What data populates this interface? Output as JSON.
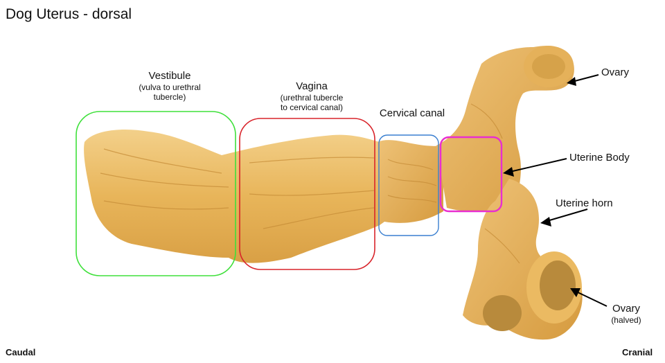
{
  "title": "Dog Uterus - dorsal",
  "labels": {
    "vestibule": {
      "main": "Vestibule",
      "sub1": "(vulva to urethral",
      "sub2": "tubercle)",
      "color": "#3ee03a"
    },
    "vagina": {
      "main": "Vagina",
      "sub1": "(urethral tubercle",
      "sub2": "to cervical canal)",
      "color": "#d8232a"
    },
    "cervical_canal": {
      "main": "Cervical canal",
      "color": "#3a7fd0"
    },
    "uterine_body": {
      "main": "Uterine Body",
      "color": "#e82ed0"
    },
    "uterine_horn": {
      "main": "Uterine horn"
    },
    "ovary_top": {
      "main": "Ovary"
    },
    "ovary_bottom": {
      "main": "Ovary",
      "sub": "(halved)"
    }
  },
  "orientation": {
    "left": "Caudal",
    "right": "Cranial"
  },
  "colors": {
    "tissue": "#e9b85a",
    "tissue_dark": "#c8922e",
    "tissue_light": "#f4d48c"
  }
}
